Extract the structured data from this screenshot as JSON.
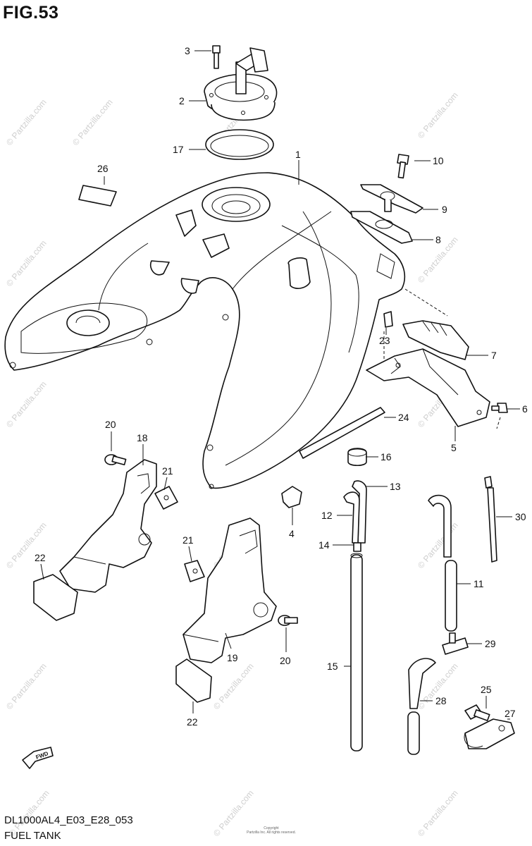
{
  "figure": {
    "title": "FIG.53",
    "code": "DL1000AL4_E03_E28_053",
    "name": "FUEL TANK",
    "copyright_line1": "Copyright",
    "copyright_line2": "Partzilla Inc. All rights reserved."
  },
  "watermark": "© Partzilla.com",
  "fwd_label": "FWD",
  "callouts": [
    {
      "id": "1",
      "label": "1"
    },
    {
      "id": "2",
      "label": "2"
    },
    {
      "id": "3",
      "label": "3"
    },
    {
      "id": "4",
      "label": "4"
    },
    {
      "id": "5",
      "label": "5"
    },
    {
      "id": "6",
      "label": "6"
    },
    {
      "id": "7",
      "label": "7"
    },
    {
      "id": "8",
      "label": "8"
    },
    {
      "id": "9",
      "label": "9"
    },
    {
      "id": "10",
      "label": "10"
    },
    {
      "id": "11",
      "label": "11"
    },
    {
      "id": "12",
      "label": "12"
    },
    {
      "id": "13",
      "label": "13"
    },
    {
      "id": "14",
      "label": "14"
    },
    {
      "id": "15",
      "label": "15"
    },
    {
      "id": "16",
      "label": "16"
    },
    {
      "id": "17",
      "label": "17"
    },
    {
      "id": "18",
      "label": "18"
    },
    {
      "id": "19",
      "label": "19"
    },
    {
      "id": "20a",
      "label": "20"
    },
    {
      "id": "20b",
      "label": "20"
    },
    {
      "id": "21a",
      "label": "21"
    },
    {
      "id": "21b",
      "label": "21"
    },
    {
      "id": "22a",
      "label": "22"
    },
    {
      "id": "22b",
      "label": "22"
    },
    {
      "id": "23",
      "label": "23"
    },
    {
      "id": "24",
      "label": "24"
    },
    {
      "id": "25",
      "label": "25"
    },
    {
      "id": "26",
      "label": "26"
    },
    {
      "id": "27",
      "label": "27"
    },
    {
      "id": "28",
      "label": "28"
    },
    {
      "id": "29",
      "label": "29"
    },
    {
      "id": "30",
      "label": "30"
    }
  ]
}
